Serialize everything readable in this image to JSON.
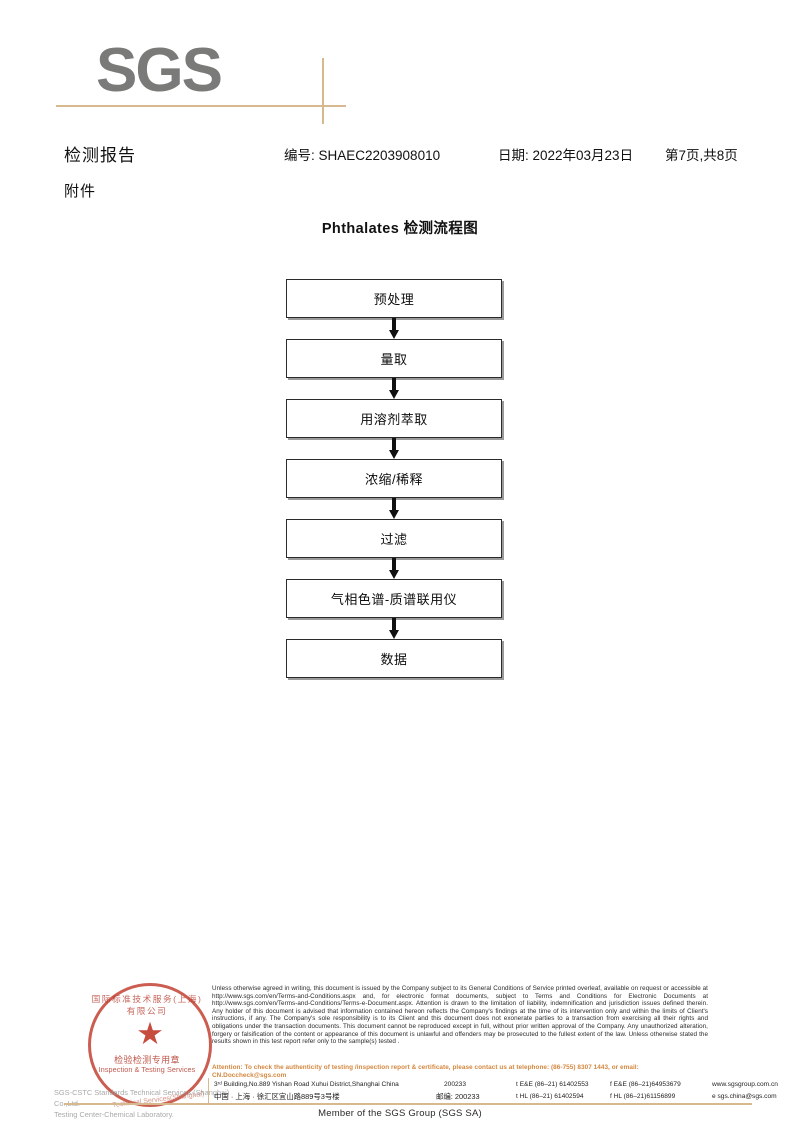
{
  "brand": {
    "wordmark": "SGS",
    "accent_color": "#d7b98f",
    "logo_gray": "#7a7a78"
  },
  "header": {
    "doc_title": "检测报告",
    "report_no": "编号: SHAEC2203908010",
    "date": "日期: 2022年03月23日",
    "page": "第7页,共8页",
    "attachment_label": "附件"
  },
  "flowchart": {
    "title": "Phthalates 检测流程图",
    "nodes": [
      {
        "label": "预处理"
      },
      {
        "label": "量取"
      },
      {
        "label": "用溶剂萃取"
      },
      {
        "label": "浓缩/稀释"
      },
      {
        "label": "过滤"
      },
      {
        "label": "气相色谱-质谱联用仪"
      },
      {
        "label": "数据"
      }
    ]
  },
  "seal": {
    "arc_text": "国际标准技术服务(上海)有限公司",
    "cn_text": "检验检测专用章",
    "en_text": "Inspection & Testing Services",
    "star_glyph": "★",
    "watermark_line1": "SGS-CSTC Standards Technical Services (Shanghai) Co.,Ltd.",
    "watermark_line2": "Testing Center-Chemical Laboratory.",
    "watermark_red": "Technical Services(Shanghai)",
    "seal_color": "#c0392b"
  },
  "footer": {
    "legal": "Unless otherwise agreed in writing, this document is issued by the Company subject to its General Conditions of Service printed overleaf, available on request or accessible at http://www.sgs.com/en/Terms-and-Conditions.aspx and, for electronic format documents, subject to Terms and Conditions for Electronic Documents at http://www.sgs.com/en/Terms-and-Conditions/Terms-e-Document.aspx. Attention is drawn to the limitation of liability, indemnification and jurisdiction issues defined therein. Any holder of this document is advised that information contained hereon reflects the Company's findings at the time of its intervention only and within the limits of Client's instructions, if any. The Company's sole responsibility is to its Client and this document does not exonerate parties to a transaction from exercising all their rights and obligations under the transaction documents. This document cannot be reproduced except in full, without prior written approval of the Company. Any unauthorized alteration, forgery or falsification of the content or appearance of this document is unlawful and offenders may be prosecuted to the fullest extent of the law. Unless otherwise stated the results shown in this test report refer only to the sample(s) tested .",
    "attention": "Attention: To check the authenticity of testing /inspection report & certificate, please contact us at telephone: (86-755) 8307 1443, or email: CN.Doccheck@sgs.com",
    "attention_color": "#d4873f",
    "address_en": "3ʳᵈ Building,No.889 Yishan Road Xuhui District,Shanghai China",
    "zip_en": "200233",
    "tel_1": "t E&E (86–21) 61402553",
    "tel_2": "f E&E (86–21)64953679",
    "website": "www.sgsgroup.com.cn",
    "address_cn": "中国 · 上海 · 徐汇区宜山路889号3号楼",
    "zip_cn": "邮编: 200233",
    "tel_3": "t HL (86–21) 61402594",
    "tel_4": "f HL (86–21)61156899",
    "email": "e  sgs.china@sgs.com",
    "member_line": "Member of the SGS Group (SGS SA)"
  }
}
